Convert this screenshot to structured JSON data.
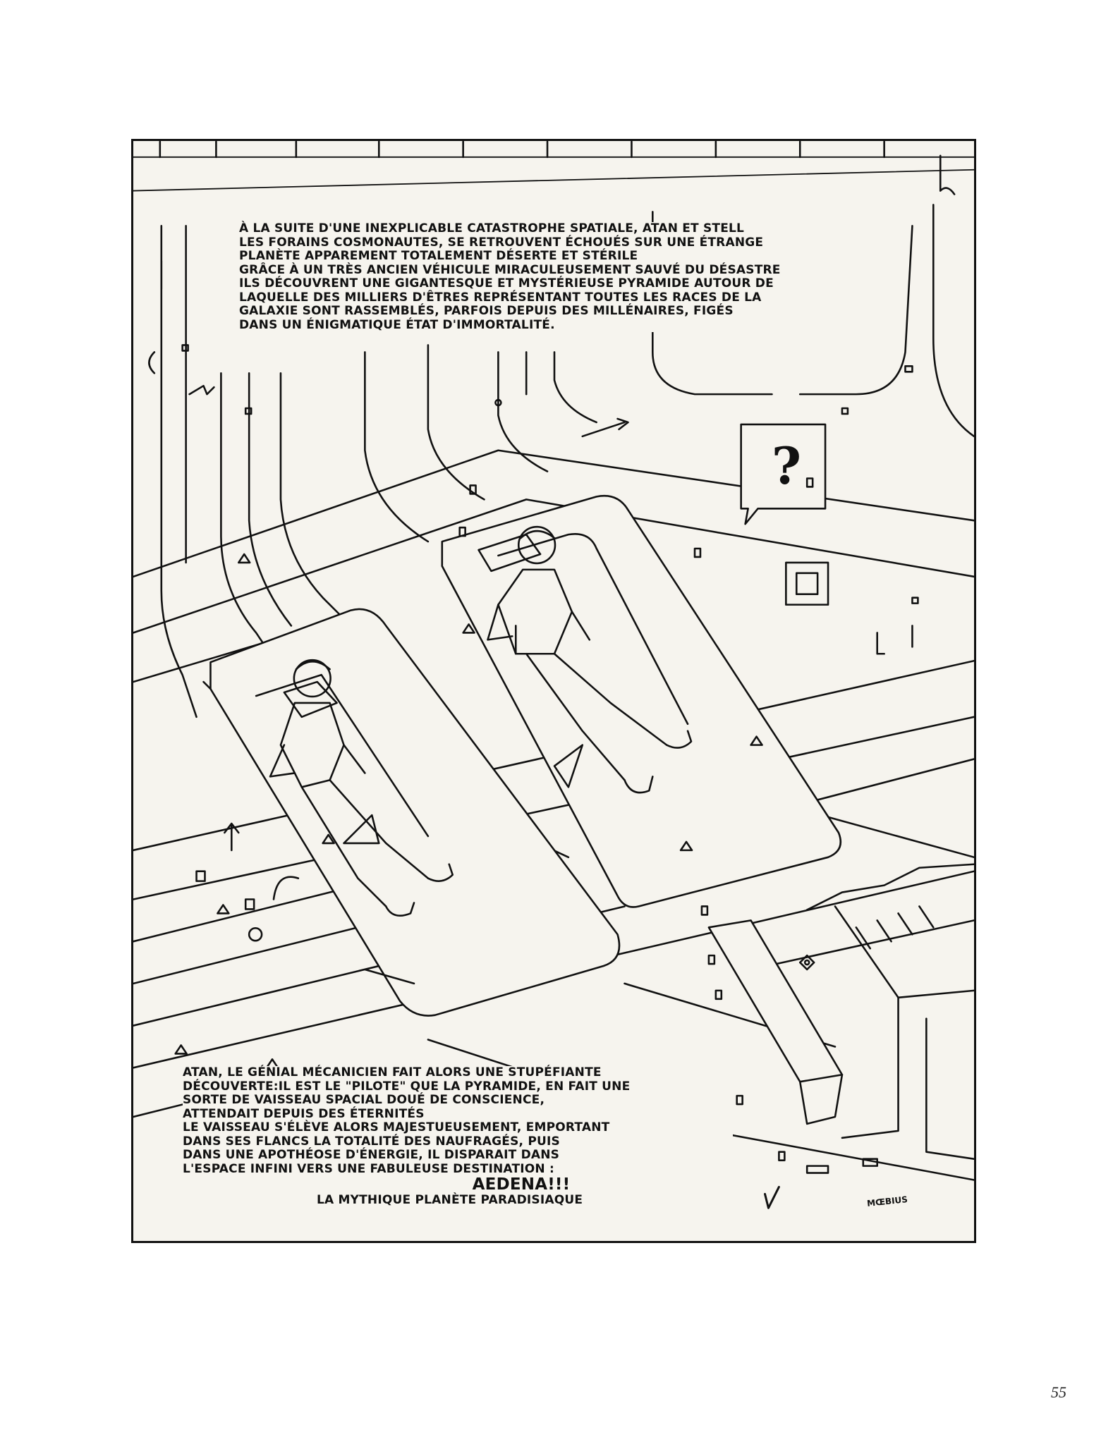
{
  "caption_top": {
    "lines": [
      "À LA SUITE D'UNE INEXPLICABLE CATASTROPHE SPATIALE, ATAN ET STELL",
      "LES FORAINS COSMONAUTES, SE RETROUVENT ÉCHOUÉS SUR UNE ÉTRANGE",
      "PLANÈTE APPAREMENT TOTALEMENT DÉSERTE ET STÉRILE",
      "GRÂCE À UN TRÈS ANCIEN VÉHICULE MIRACULEUSEMENT SAUVÉ DU DÉSASTRE",
      "ILS DÉCOUVRENT UNE GIGANTESQUE ET MYSTÉRIEUSE PYRAMIDE AUTOUR DE",
      "LAQUELLE DES MILLIERS D'ÊTRES REPRÉSENTANT TOUTES LES RACES DE LA",
      "GALAXIE SONT RASSEMBLÉS, PARFOIS DEPUIS DES MILLÉNAIRES, FIGÉS",
      "DANS UN ÉNIGMATIQUE ÉTAT D'IMMORTALITÉ."
    ]
  },
  "speech_bubble": {
    "text": "?"
  },
  "caption_bottom": {
    "lines": [
      "ATAN, LE GÉNIAL MÉCANICIEN FAIT ALORS UNE STUPÉFIANTE",
      "DÉCOUVERTE:IL EST LE \"PILOTE\" QUE LA PYRAMIDE, EN FAIT UNE",
      "SORTE DE VAISSEAU SPACIAL DOUÉ DE CONSCIENCE,",
      "ATTENDAIT DEPUIS DES ÉTERNITÉS",
      "LE VAISSEAU S'ÉLÈVE ALORS MAJESTUEUSEMENT, EMPORTANT",
      "DANS SES FLANCS LA TOTALITÉ DES NAUFRAGÉS, PUIS",
      "DANS UNE APOTHÉOSE D'ÉNERGIE, IL DISPARAIT DANS",
      "L'ESPACE INFINI VERS UNE FABULEUSE DESTINATION :"
    ],
    "title": "AEDENA!!!",
    "subtitle": "LA MYTHIQUE PLANÈTE PARADISIAQUE"
  },
  "signature": "MŒBIUS",
  "page_number": "55"
}
